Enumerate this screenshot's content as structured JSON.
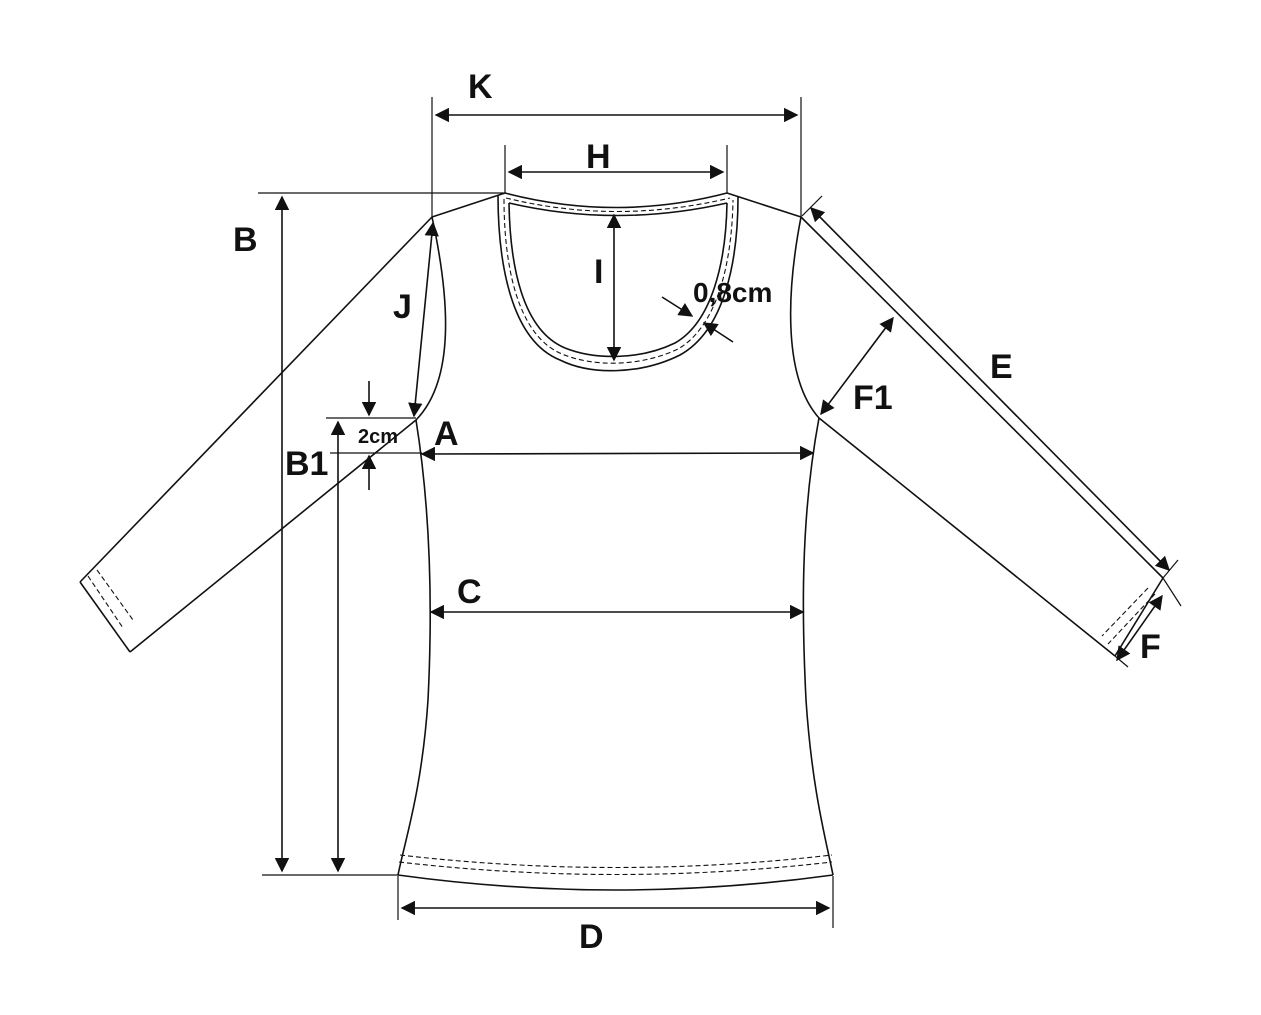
{
  "labels": {
    "k": "K",
    "h": "H",
    "b": "B",
    "i": "I",
    "j": "J",
    "neckband": "0,8cm",
    "e": "E",
    "f1": "F1",
    "offset": "2cm",
    "a": "A",
    "b1": "B1",
    "c": "C",
    "f": "F",
    "d": "D"
  }
}
